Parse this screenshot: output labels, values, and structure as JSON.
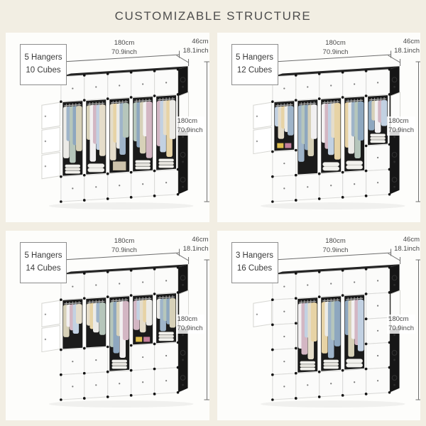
{
  "title": "CUSTOMIZABLE STRUCTURE",
  "dimensions": {
    "width_cm": "180cm",
    "width_inch": "70.9inch",
    "depth_cm": "46cm",
    "depth_inch": "18.1inch",
    "height_cm": "180cm",
    "height_inch": "70.9inch"
  },
  "colors": {
    "page_bg": "#f2eee3",
    "panel_bg": "#fdfdfb",
    "title_text": "#4e4e4e",
    "label_text": "#3a3a3a",
    "label_border": "#8d8d8d",
    "dim_text": "#4a4a4a",
    "dim_line": "#6e6e6e",
    "frame_dark": "#161616",
    "interior": "#1b1b1b",
    "door_fill": "#fbfbfa",
    "door_stroke": "#d9d9d7",
    "connector": "#141414",
    "rod": "#a8a8a8"
  },
  "clothes_palette": [
    "#ecebe7",
    "#c2d1e2",
    "#d7d1b8",
    "#9fb4c9",
    "#e5ddca",
    "#f2f0f1",
    "#b6c6bb",
    "#e7d3a5",
    "#d3b6c3",
    "#8ea7bf"
  ],
  "panels": [
    {
      "hangers": "5 Hangers",
      "cubes": "10 Cubes",
      "wardrobe": {
        "cols": 5,
        "rows": 5,
        "hanging": [
          {
            "col": 0,
            "row": 1,
            "span": 3,
            "bottom": "stack"
          },
          {
            "col": 1,
            "row": 1,
            "span": 3,
            "bottom": "pillow"
          },
          {
            "col": 2,
            "row": 1,
            "span": 3,
            "bottom": "box"
          },
          {
            "col": 3,
            "row": 1,
            "span": 3,
            "bottom": "stack"
          },
          {
            "col": 4,
            "row": 1,
            "span": 3,
            "bottom": "stack"
          }
        ],
        "open_doors_left": {
          "start_row": 1,
          "count": 3
        },
        "open_door_right": true
      }
    },
    {
      "hangers": "5 Hangers",
      "cubes": "12 Cubes",
      "wardrobe": {
        "cols": 5,
        "rows": 5,
        "hanging": [
          {
            "col": 0,
            "row": 1,
            "span": 2,
            "bottom": "boxes"
          },
          {
            "col": 1,
            "row": 1,
            "span": 3,
            "bottom": "none"
          },
          {
            "col": 2,
            "row": 1,
            "span": 3,
            "bottom": "pillow"
          },
          {
            "col": 3,
            "row": 1,
            "span": 3,
            "bottom": "pillow"
          },
          {
            "col": 4,
            "row": 1,
            "span": 2,
            "bottom": "stack"
          }
        ],
        "open_doors_left": {
          "start_row": 1,
          "count": 2
        },
        "open_door_right": true
      }
    },
    {
      "hangers": "5 Hangers",
      "cubes": "14 Cubes",
      "wardrobe": {
        "cols": 5,
        "rows": 5,
        "hanging": [
          {
            "col": 0,
            "row": 1,
            "span": 2,
            "bottom": "none"
          },
          {
            "col": 1,
            "row": 1,
            "span": 2,
            "bottom": "none"
          },
          {
            "col": 2,
            "row": 1,
            "span": 3,
            "bottom": "stack"
          },
          {
            "col": 3,
            "row": 1,
            "span": 2,
            "bottom": "boxes"
          },
          {
            "col": 4,
            "row": 1,
            "span": 2,
            "bottom": "stack"
          }
        ],
        "open_doors_left": {
          "start_row": 1,
          "count": 2
        },
        "open_door_right": true
      }
    },
    {
      "hangers": "3 Hangers",
      "cubes": "16 Cubes",
      "wardrobe": {
        "cols": 5,
        "rows": 5,
        "hanging": [
          {
            "col": 1,
            "row": 1,
            "span": 3,
            "bottom": "stack"
          },
          {
            "col": 2,
            "row": 1,
            "span": 3,
            "bottom": "stack"
          },
          {
            "col": 3,
            "row": 1,
            "span": 3,
            "bottom": "pillow"
          }
        ],
        "open_doors_left": {
          "start_row": 1,
          "count": 1
        },
        "open_door_right": true
      }
    }
  ]
}
